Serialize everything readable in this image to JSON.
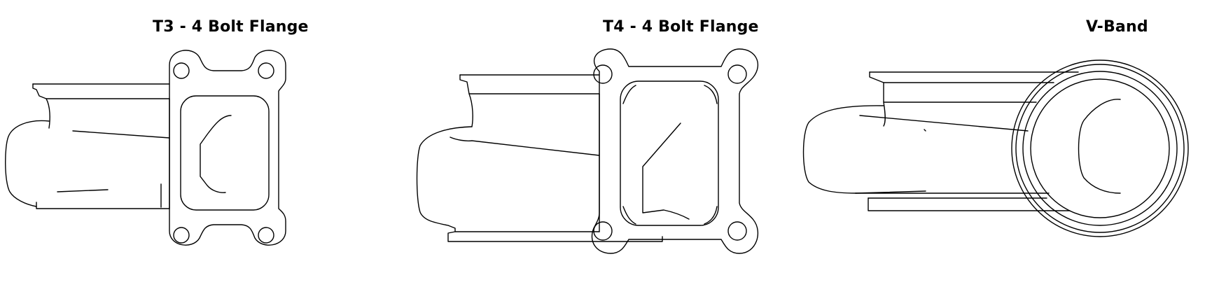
{
  "flanges": [
    {
      "key": "t3",
      "label": "T3 - 4 Bolt Flange"
    },
    {
      "key": "t4",
      "label": "T4 - 4 Bolt Flange"
    },
    {
      "key": "vband",
      "label": "V-Band"
    }
  ],
  "colors": {
    "background": "#ffffff",
    "line": "#000000"
  }
}
